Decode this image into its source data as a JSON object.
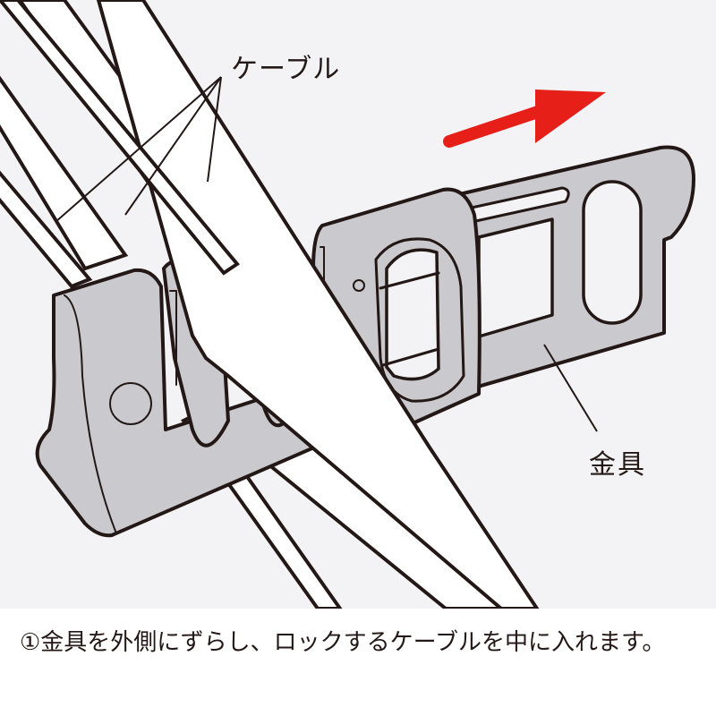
{
  "illustration": {
    "labels": {
      "cable": "ケーブル",
      "bracket": "金具"
    },
    "arrow": {
      "direction": "right-up",
      "color": "#e61f19"
    },
    "colors": {
      "background": "#f3f3f5",
      "part_fill": "#c9c9ce",
      "cable_fill": "#ffffff",
      "outline": "#231815"
    }
  },
  "caption": {
    "text": "①金具を外側にずらし、ロックするケーブルを中に入れます。"
  }
}
